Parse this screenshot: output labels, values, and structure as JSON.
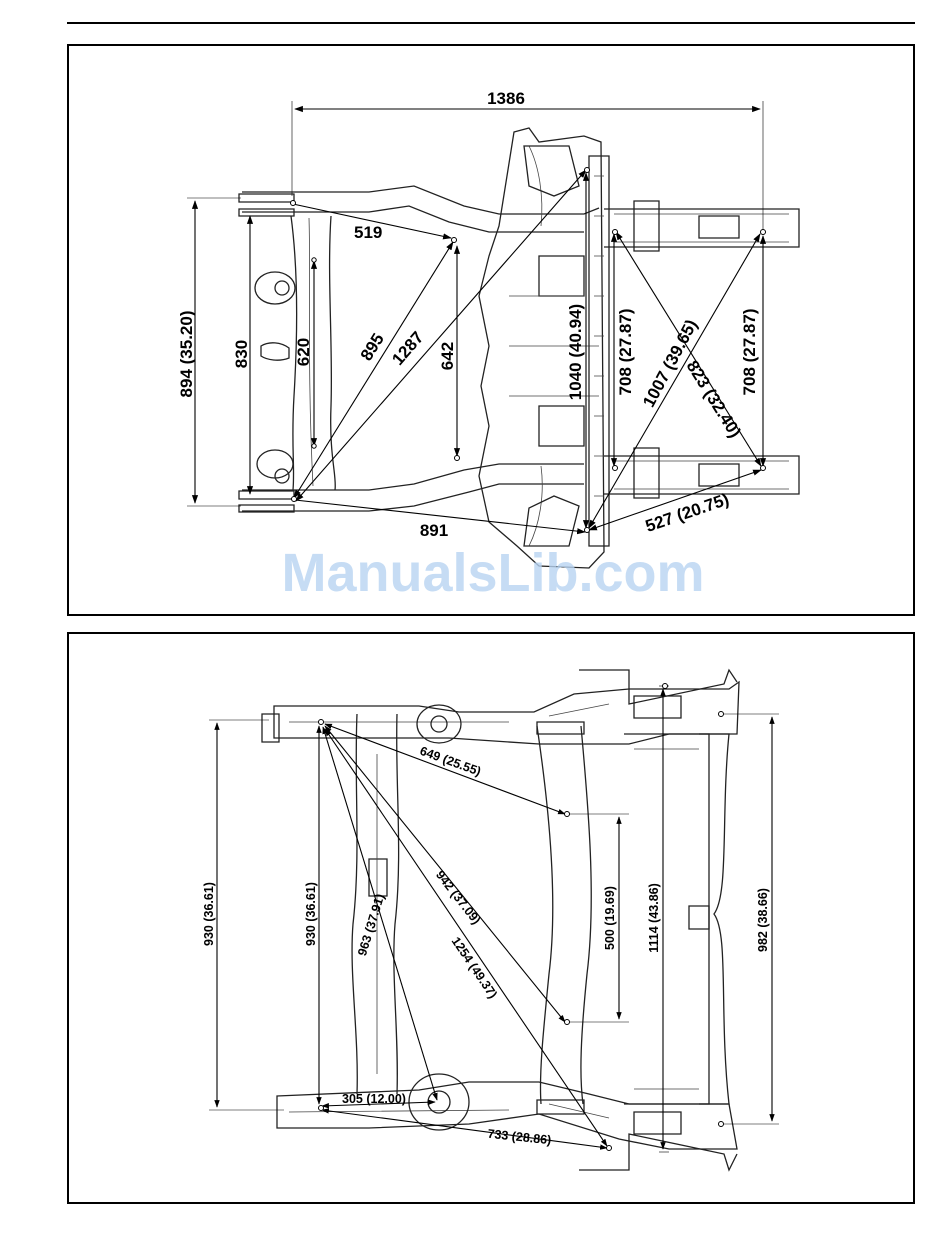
{
  "top_diagram": {
    "dimensions": [
      {
        "id": "d1386",
        "label": "1386"
      },
      {
        "id": "d519",
        "label": "519"
      },
      {
        "id": "d894",
        "label": "894 (35.20)"
      },
      {
        "id": "d830",
        "label": "830"
      },
      {
        "id": "d620",
        "label": "620"
      },
      {
        "id": "d895",
        "label": "895"
      },
      {
        "id": "d1287",
        "label": "1287"
      },
      {
        "id": "d642",
        "label": "642"
      },
      {
        "id": "d1040",
        "label": "1040 (40.94)"
      },
      {
        "id": "d708a",
        "label": "708 (27.87)"
      },
      {
        "id": "d1007",
        "label": "1007 (39.65)"
      },
      {
        "id": "d823",
        "label": "823 (32.40)"
      },
      {
        "id": "d708b",
        "label": "708 (27.87)"
      },
      {
        "id": "d891",
        "label": "891"
      },
      {
        "id": "d527",
        "label": "527 (20.75)"
      }
    ],
    "watermark": "ManualsLib.com"
  },
  "bottom_diagram": {
    "dimensions": [
      {
        "id": "d649",
        "label": "649 (25.55)"
      },
      {
        "id": "d930a",
        "label": "930 (36.61)"
      },
      {
        "id": "d930b",
        "label": "930 (36.61)"
      },
      {
        "id": "d963",
        "label": "963 (37.91)"
      },
      {
        "id": "d942",
        "label": "942 (37.09)"
      },
      {
        "id": "d1254",
        "label": "1254 (49.37)"
      },
      {
        "id": "d500",
        "label": "500 (19.69)"
      },
      {
        "id": "d1114",
        "label": "1114 (43.86)"
      },
      {
        "id": "d982",
        "label": "982 (38.66)"
      },
      {
        "id": "d305",
        "label": "305 (12.00)"
      },
      {
        "id": "d733",
        "label": "733 (28.86)"
      }
    ]
  }
}
